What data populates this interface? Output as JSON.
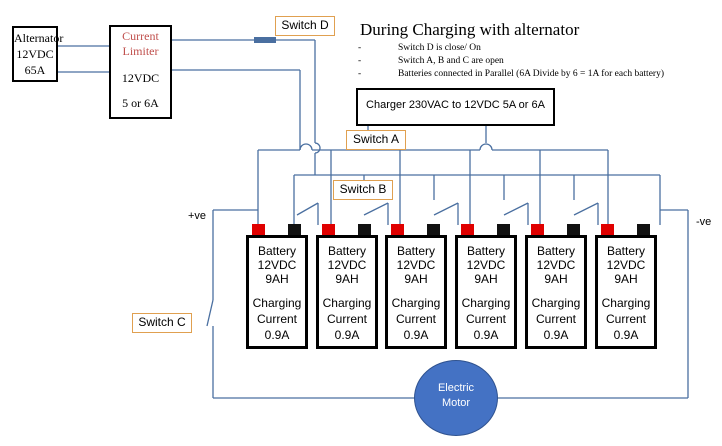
{
  "alternator": {
    "line1": "Alternator",
    "line2": "12VDC",
    "line3": "65A"
  },
  "limiter": {
    "title": "Current Limiter",
    "voltage": "12VDC",
    "current": "5 or 6A",
    "title_color": "#c0504d"
  },
  "charger": {
    "label": "Charger 230VAC to 12VDC 5A or 6A"
  },
  "title": "During Charging with alternator",
  "notes": [
    "Switch D is close/ On",
    "Switch A, B and C are open",
    "Batteries connected in Parallel (6A Divide by 6 = 1A for each battery)"
  ],
  "switches": {
    "a": "Switch A",
    "b": "Switch B",
    "c": "Switch C",
    "d": "Switch D"
  },
  "polarity": {
    "positive": "+ve",
    "negative": "-ve"
  },
  "batteries": [
    {
      "name": "Battery",
      "voltage": "12VDC",
      "capacity": "9AH",
      "charging": "Charging",
      "current_label": "Current",
      "current": "0.9A"
    },
    {
      "name": "Battery",
      "voltage": "12VDC",
      "capacity": "9AH",
      "charging": "Charging",
      "current_label": "Current",
      "current": "0.9A"
    },
    {
      "name": "Battery",
      "voltage": "12VDC",
      "capacity": "9AH",
      "charging": "Charging",
      "current_label": "Current",
      "current": "0.9A"
    },
    {
      "name": "Battery",
      "voltage": "12VDC",
      "capacity": "9AH",
      "charging": "Charging",
      "current_label": "Current",
      "current": "0.9A"
    },
    {
      "name": "Battery",
      "voltage": "12VDC",
      "capacity": "9AH",
      "charging": "Charging",
      "current_label": "Current",
      "current": "0.9A"
    },
    {
      "name": "Battery",
      "voltage": "12VDC",
      "capacity": "9AH",
      "charging": "Charging",
      "current_label": "Current",
      "current": "0.9A"
    }
  ],
  "motor": {
    "line1": "Electric",
    "line2": "Motor",
    "color": "#4472c4"
  },
  "colors": {
    "wire": "#4a6fa0",
    "positive_terminal": "#e00000",
    "negative_terminal": "#111111",
    "switch_label_border": "#e0a050"
  }
}
